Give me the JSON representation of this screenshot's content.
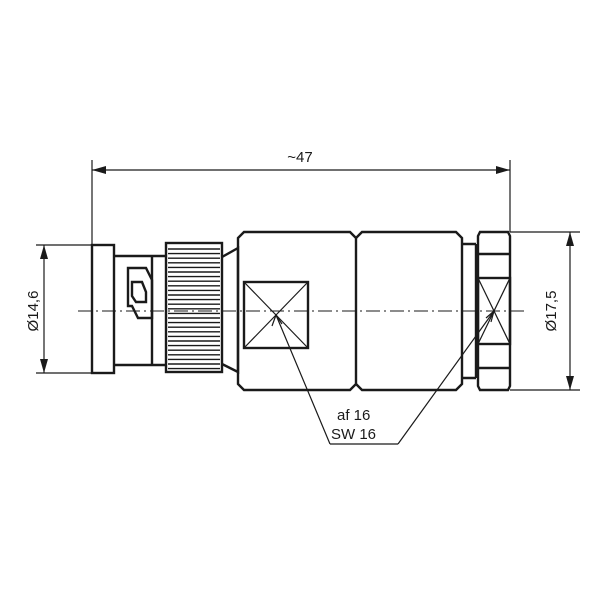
{
  "drawing": {
    "overall_length": "~47",
    "left_diameter": "Ø14,6",
    "right_diameter": "Ø17,5",
    "wrench_af": "af 16",
    "wrench_sw": "SW 16"
  }
}
